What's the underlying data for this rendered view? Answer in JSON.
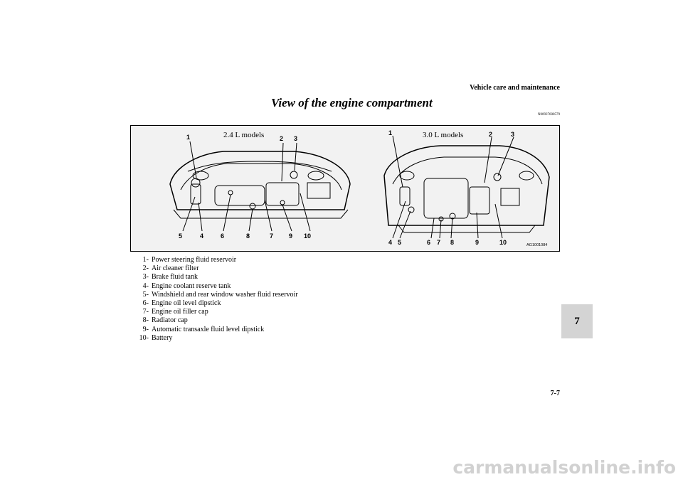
{
  "header": {
    "section_title": "Vehicle care and maintenance"
  },
  "page": {
    "heading": "View of the engine compartment",
    "ref_code": "N00937600579",
    "number": "7-7",
    "chapter_tab": "7"
  },
  "figure": {
    "left_model_label": "2.4 L models",
    "right_model_label": "3.0 L models",
    "code": "AG1001084",
    "left_callouts": [
      "1",
      "2",
      "3",
      "5",
      "4",
      "6",
      "8",
      "7",
      "9",
      "10"
    ],
    "right_callouts": [
      "1",
      "2",
      "3",
      "4",
      "5",
      "6",
      "7",
      "8",
      "9",
      "10"
    ]
  },
  "legend": [
    {
      "num": "1-",
      "label": "Power steering fluid reservoir"
    },
    {
      "num": "2-",
      "label": "Air cleaner filter"
    },
    {
      "num": "3-",
      "label": "Brake fluid tank"
    },
    {
      "num": "4-",
      "label": "Engine coolant reserve tank"
    },
    {
      "num": "5-",
      "label": "Windshield and rear window washer fluid reservoir"
    },
    {
      "num": "6-",
      "label": "Engine oil level dipstick"
    },
    {
      "num": "7-",
      "label": "Engine oil filler cap"
    },
    {
      "num": "8-",
      "label": "Radiator cap"
    },
    {
      "num": "9-",
      "label": "Automatic transaxle fluid level dipstick"
    },
    {
      "num": "10-",
      "label": "Battery"
    }
  ],
  "watermark": "carmanualsonline.info"
}
